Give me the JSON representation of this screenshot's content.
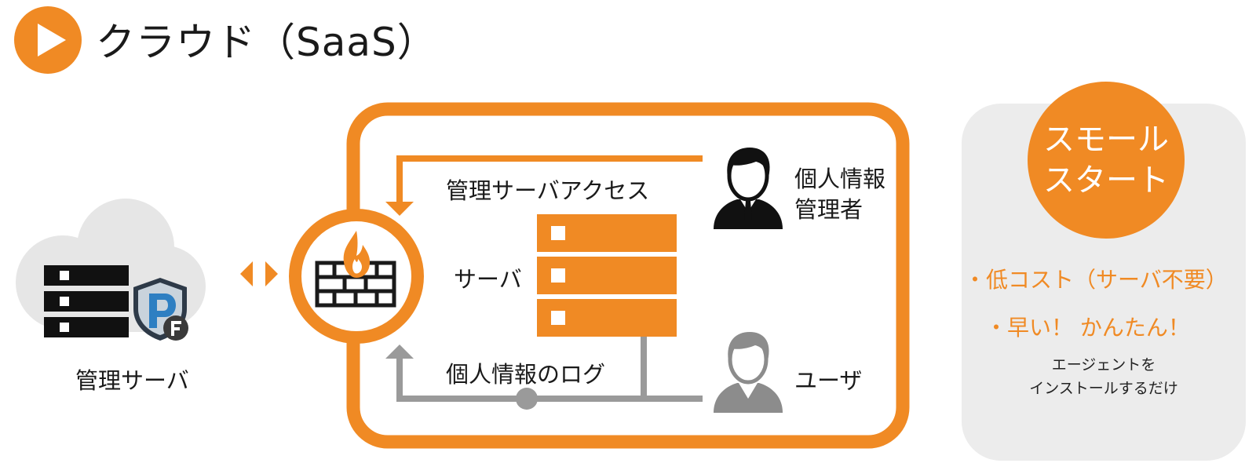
{
  "header": {
    "title": "クラウド（SaaS）",
    "icon": "play-icon"
  },
  "left": {
    "label": "管理サーバ",
    "icons": [
      "cloud-icon",
      "server-rack-icon",
      "shield-pf-icon"
    ]
  },
  "middle": {
    "access_label": "管理サーバアクセス",
    "server_label": "サーバ",
    "log_label": "個人情報のログ",
    "admin_label_line1": "個人情報",
    "admin_label_line2": "管理者",
    "user_label": "ユーザ",
    "icons": [
      "firewall-icon",
      "server-icon",
      "admin-person-icon",
      "user-person-icon",
      "bidirectional-arrow-icon"
    ]
  },
  "right": {
    "badge_line1": "スモール",
    "badge_line2": "スタート",
    "bullet1": "・低コスト（サーバ不要）",
    "bullet2": "・早い！ かんたん！",
    "note_line1": "エージェントを",
    "note_line2": "インストールするだけ"
  },
  "colors": {
    "accent": "#f08a24",
    "gray": "#9a9a9a",
    "light_gray": "#ececec",
    "dark": "#1a1a1a"
  }
}
